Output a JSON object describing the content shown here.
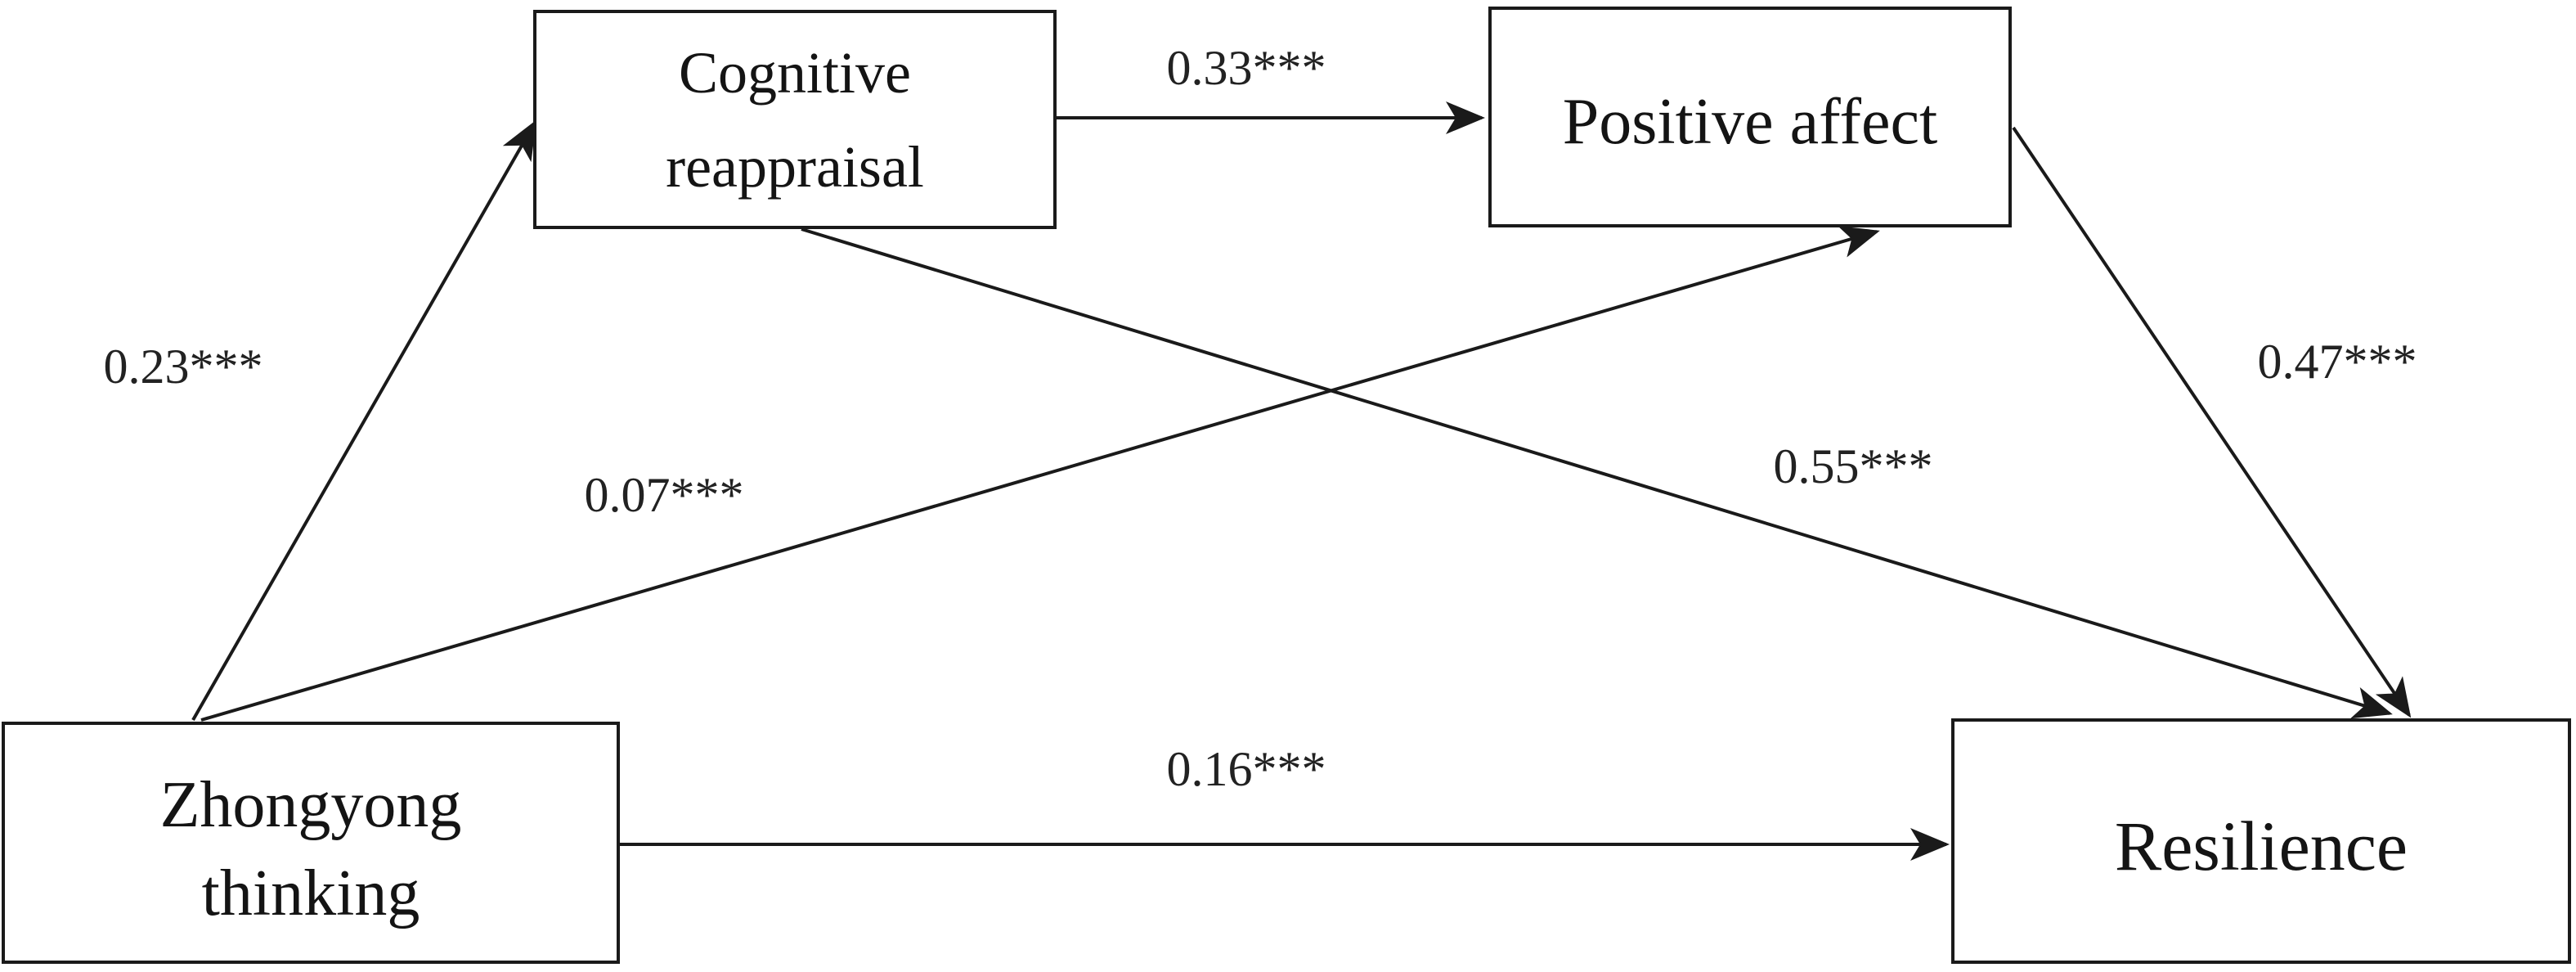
{
  "nodes": {
    "cognitive_reappraisal": {
      "lines": [
        "Cognitive",
        "reappraisal"
      ]
    },
    "positive_affect": {
      "lines": [
        "Positive affect"
      ]
    },
    "zhongyong_thinking": {
      "lines": [
        "Zhongyong",
        "thinking"
      ]
    },
    "resilience": {
      "lines": [
        "Resilience"
      ]
    }
  },
  "edges": {
    "zhongyong_to_cognitive": {
      "from": "zhongyong_thinking",
      "to": "cognitive_reappraisal",
      "label": "0.23***"
    },
    "cognitive_to_positive": {
      "from": "cognitive_reappraisal",
      "to": "positive_affect",
      "label": "0.33***"
    },
    "zhongyong_to_positive": {
      "from": "zhongyong_thinking",
      "to": "positive_affect",
      "label": "0.07***"
    },
    "cognitive_to_resilience": {
      "from": "cognitive_reappraisal",
      "to": "resilience",
      "label": "0.55***"
    },
    "positive_to_resilience": {
      "from": "positive_affect",
      "to": "resilience",
      "label": "0.47***"
    },
    "zhongyong_to_resilience": {
      "from": "zhongyong_thinking",
      "to": "resilience",
      "label": "0.16***"
    }
  },
  "colors": {
    "line": "#1a1a1a",
    "text": "#141414",
    "background": "#ffffff"
  }
}
